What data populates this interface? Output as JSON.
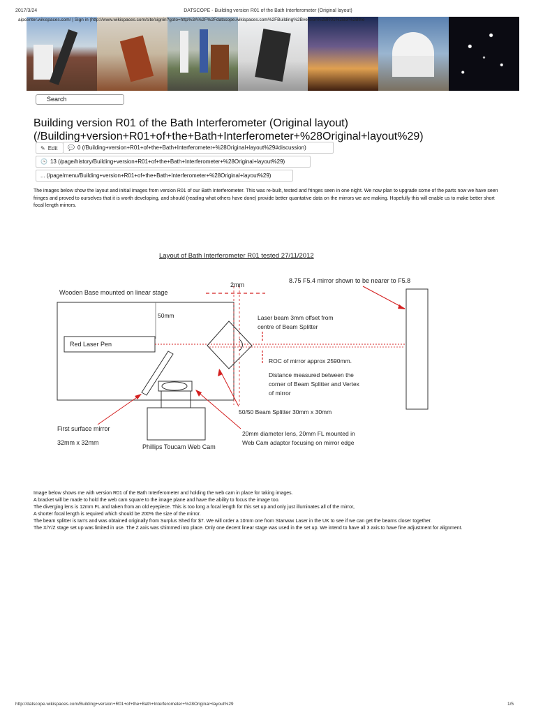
{
  "print_header": {
    "date": "2017/3/24",
    "title": "DATSCOPE - Building version R01 of the Bath Interferometer (Original layout)"
  },
  "url_overlay": "aipcenter.wikispaces.com/ | Sign in (http://www.wikispaces.com/site/signin?goto=http%3A%2F%2Fdatscope.wikispaces.com%2FBuilding%2Bversion%2BR01%2Bof%2Bthe",
  "search": {
    "placeholder": "Search"
  },
  "page_title": "Building version R01 of the Bath Interferometer (Original layout) (/Building+version+R01+of+the+Bath+Interferometer+%28Original+layout%29)",
  "actions": {
    "edit_label": "Edit",
    "discussion_label": "0 (/Building+version+R01+of+the+Bath+Interferometer+%28Original+layout%29#discussion)",
    "history_label": "13 (/page/history/Building+version+R01+of+the+Bath+Interferometer+%28Original+layout%29)",
    "menu_label": "... (/page/menu/Building+version+R01+of+the+Bath+Interferometer+%28Original+layout%29)"
  },
  "intro_text": "The images below show the layout and initial images from version R01 of our Bath Interferometer. This was re-built, tested and fringes seen in one night. We now plan to upgrade some of the parts now we have seen fringes and proved to ourselves that it is worth developing, and should (reading what others have done) provide better quantative data on the mirrors we are making. Hopefully this will enable us to make better short focal length mirrors.",
  "diagram": {
    "title": "Layout of Bath Interferometer R01 tested 27/11/2012",
    "labels": {
      "base": "Wooden Base mounted on linear stage",
      "gap": "2mm",
      "mirror_note": "8.75 F5.4 mirror shown to be nearer to F5.8",
      "height": "50mm",
      "laser_offset_1": "Laser beam 3mm offset from",
      "laser_offset_2": "centre of Beam Splitter",
      "laser_pen": "Red Laser Pen",
      "roc": "ROC of mirror approx 2590mm.",
      "distance_1": "Distance measured between the",
      "distance_2": "corner of Beam Splitter and Vertex",
      "distance_3": "of mirror",
      "splitter": "50/50 Beam Splitter 30mm x 30mm",
      "first_mirror_1": "First surface mirror",
      "first_mirror_2": "32mm x 32mm",
      "lens_1": "20mm diameter lens, 20mm FL mounted in",
      "lens_2": "Web Cam adaptor focusing on mirror edge",
      "webcam": "Phillips Toucam Web Cam"
    }
  },
  "body_lines": [
    "Image below shows me with version R01 of the Bath Interferometer and holding the web cam in place for taking images.",
    "A bracket will be made to hold the web cam square to the image plane and have the ability to focus the image too.",
    "The diverging lens is 12mm FL and taken from an old eyepiece. This is too long a focal length for this set up and only just illuminates all of the mirror,",
    "A shorter focal length is required which should be 200% the size of the mirror.",
    "The beam splitter is Ian's and was obtained originally from Surplus Shed for $7. We will order a 10mm one from Stanwax Laser in the UK to see if we can get the beams closer together.",
    "The X/Y/Z stage set up was limited in use. The Z axis was shimmed into place. Only one decent linear stage was used in the set up. We intend to have all 3 axis to have fine adjustment for alignment."
  ],
  "footer": {
    "url": "http://datscope.wikispaces.com/Building+version+R01+of+the+Bath+Interferometer+%28Original+layout%29",
    "page": "1/5"
  },
  "colors": {
    "accent_red": "#d42020"
  }
}
